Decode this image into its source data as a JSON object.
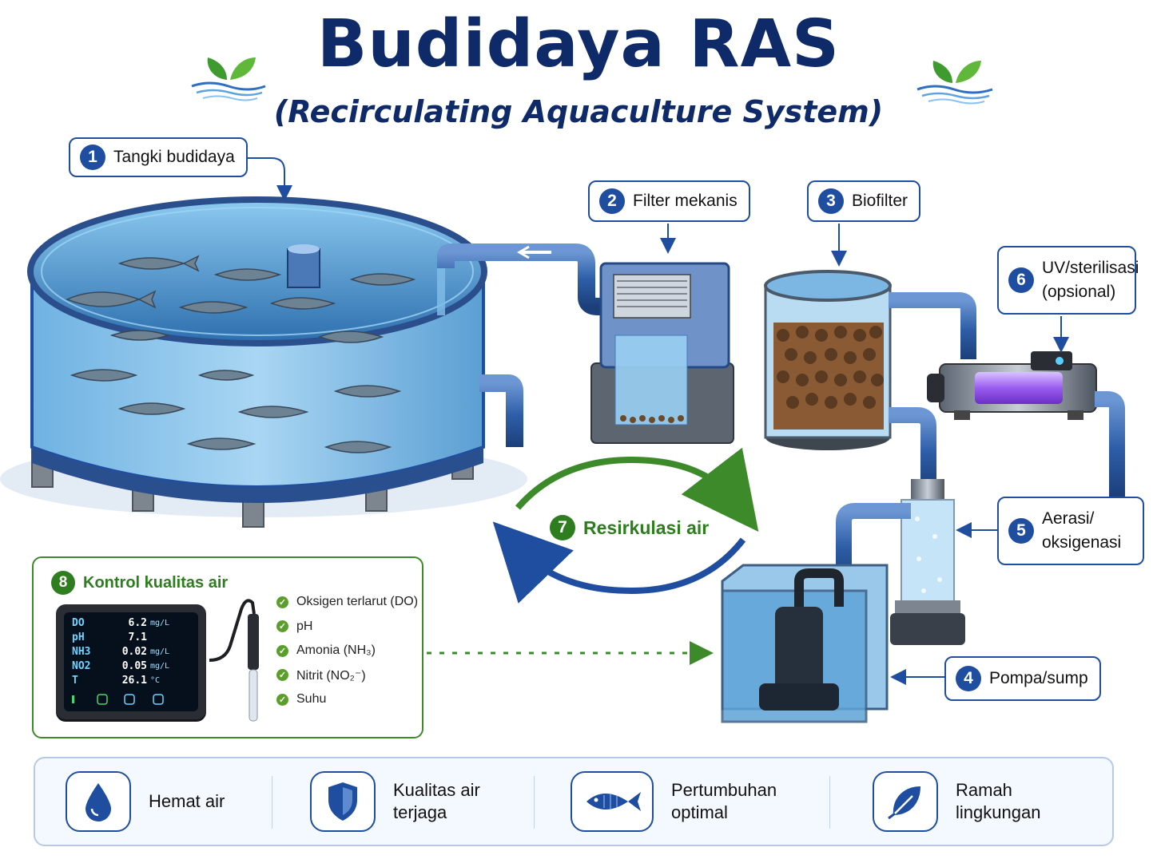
{
  "header": {
    "title": "Budidaya RAS",
    "subtitle": "(Recirculating Aquaculture System)"
  },
  "components": [
    {
      "num": "1",
      "label": "Tangki budidaya"
    },
    {
      "num": "2",
      "label": "Filter mekanis"
    },
    {
      "num": "3",
      "label": "Biofilter"
    },
    {
      "num": "4",
      "label": "Pompa/sump"
    },
    {
      "num": "5",
      "label": "Aerasi/\noksigenasi"
    },
    {
      "num": "6",
      "label": "UV/sterilisasi\n(opsional)"
    },
    {
      "num": "7",
      "label": "Resirkulasi air"
    }
  ],
  "quality_control": {
    "num": "8",
    "title": "Kontrol kualitas air",
    "readings": [
      {
        "key": "DO",
        "value": "6.2",
        "unit": "mg/L"
      },
      {
        "key": "pH",
        "value": "7.1",
        "unit": ""
      },
      {
        "key": "NH3",
        "value": "0.02",
        "unit": "mg/L"
      },
      {
        "key": "NO2",
        "value": "0.05",
        "unit": "mg/L"
      },
      {
        "key": "T",
        "value": "26.1",
        "unit": "°C"
      }
    ],
    "checklist": [
      "Oksigen terlarut (DO)",
      "pH",
      "Amonia (NH₃)",
      "Nitrit (NO₂⁻)",
      "Suhu"
    ]
  },
  "benefits": [
    {
      "icon": "water-drop-icon",
      "label": "Hemat air"
    },
    {
      "icon": "shield-icon",
      "label": "Kualitas air\nterjaga"
    },
    {
      "icon": "fish-icon",
      "label": "Pertumbuhan\noptimal"
    },
    {
      "icon": "leaf-icon",
      "label": "Ramah\nlingkungan"
    }
  ],
  "colors": {
    "navy": "#0e2a68",
    "blue": "#1f4ea0",
    "green": "#2e7d1e",
    "water": "#4f9fd6"
  }
}
